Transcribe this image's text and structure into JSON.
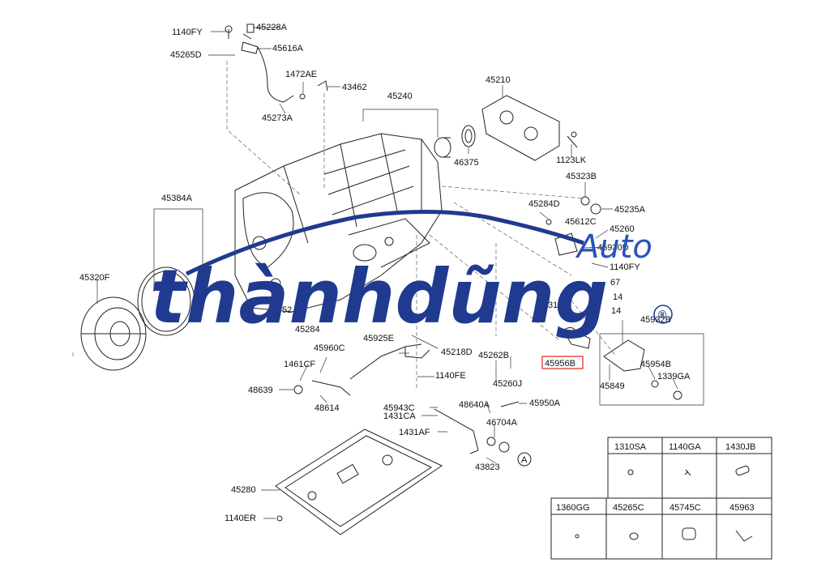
{
  "watermark": {
    "brand": "thànhdũng",
    "auto": "Auto",
    "registered": "®"
  },
  "labels": {
    "l1140FY_top": "1140FY",
    "l45228A": "45228A",
    "l45616A": "45616A",
    "l45265D": "45265D",
    "l1472AE": "1472AE",
    "l43462": "43462",
    "l45273A": "45273A",
    "l45240": "45240",
    "l45210": "45210",
    "l46375": "46375",
    "l1123LK": "1123LK",
    "l45323B": "45323B",
    "l45284D": "45284D",
    "l45235A": "45235A",
    "l45612C": "45612C",
    "l45260": "45260",
    "l45930D": "45930D",
    "l1140FY_mid": "1140FY",
    "l45384A": "45384A",
    "l45320F": "45320F",
    "l45284": "45284",
    "l45925E": "45925E",
    "l45932B": "45932B",
    "l45960C": "45960C",
    "l45218D": "45218D",
    "l45262B": "45262B",
    "l45956B": "45956B",
    "l1461CF": "1461CF",
    "l1140FE": "1140FE",
    "l45260J": "45260J",
    "l45954B": "45954B",
    "l1339GA": "1339GA",
    "l45849": "45849",
    "l48639": "48639",
    "l48614": "48614",
    "l45943C": "45943C",
    "l48640A": "48640A",
    "l45950A": "45950A",
    "l1431CA": "1431CA",
    "l46704A": "46704A",
    "l1431AF": "1431AF",
    "l43823": "43823",
    "lA": "A",
    "l45280": "45280",
    "l1140ER": "1140ER",
    "frag_52": "52",
    "frag_5": "5",
    "frag_67": "67",
    "frag_14a": "14",
    "frag_14b": "14",
    "frag_31": "31"
  },
  "parts_table": {
    "row1": [
      "1310SA",
      "1140GA",
      "1430JB"
    ],
    "row2": [
      "1360GG",
      "45265C",
      "45745C",
      "45963"
    ]
  },
  "colors": {
    "watermark_blue": "#1f3a8f",
    "highlight_box": "#e0241b",
    "line": "#222222"
  }
}
